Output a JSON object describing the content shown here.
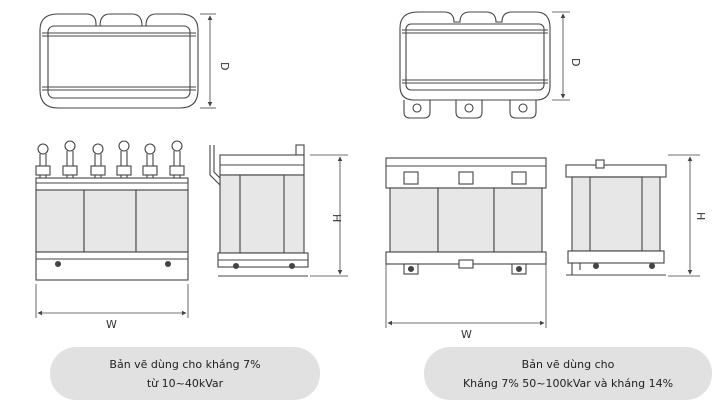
{
  "diagrams": [
    {
      "id": "small",
      "dims": {
        "depth": "D",
        "height": "H",
        "width": "W"
      }
    },
    {
      "id": "large",
      "dims": {
        "depth": "D",
        "height": "H",
        "width": "W"
      }
    }
  ],
  "captions": {
    "left": {
      "line1": "Bản vẽ dùng cho kháng 7%",
      "line2": "từ 10~40kVar"
    },
    "right": {
      "line1": "Bản vẽ dùng cho",
      "line2": "Kháng 7% 50~100kVar và kháng 14%"
    }
  },
  "colors": {
    "stroke": "#444444",
    "fill": "#e7e7e7",
    "caption_bg": "#e1e1e1"
  }
}
